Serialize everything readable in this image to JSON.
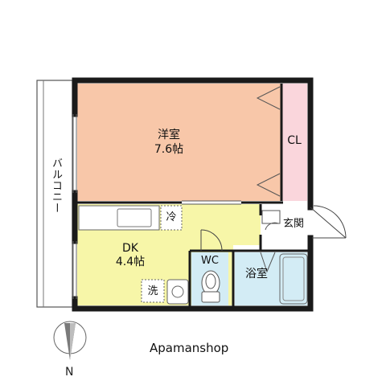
{
  "rooms": {
    "western_room": {
      "name": "洋室",
      "size": "7.6帖",
      "color": "#f8c7a9"
    },
    "closet": {
      "name": "CL",
      "color": "#fad6dc"
    },
    "dining_kitchen": {
      "name": "DK",
      "size": "4.4帖",
      "color": "#f7f6a8"
    },
    "entrance": {
      "name": "玄関"
    },
    "toilet": {
      "name": "WC",
      "color": "#d3ecf5"
    },
    "bathroom": {
      "name": "浴室",
      "color": "#d3ecf5"
    },
    "balcony": {
      "name": "バルコニー"
    }
  },
  "fixtures": {
    "fridge": "冷",
    "washer": "洗"
  },
  "compass": {
    "label": "N"
  },
  "brand": {
    "text": "Apamanshop"
  },
  "colors": {
    "wall": "#1a1a1a",
    "outline": "#555555"
  }
}
